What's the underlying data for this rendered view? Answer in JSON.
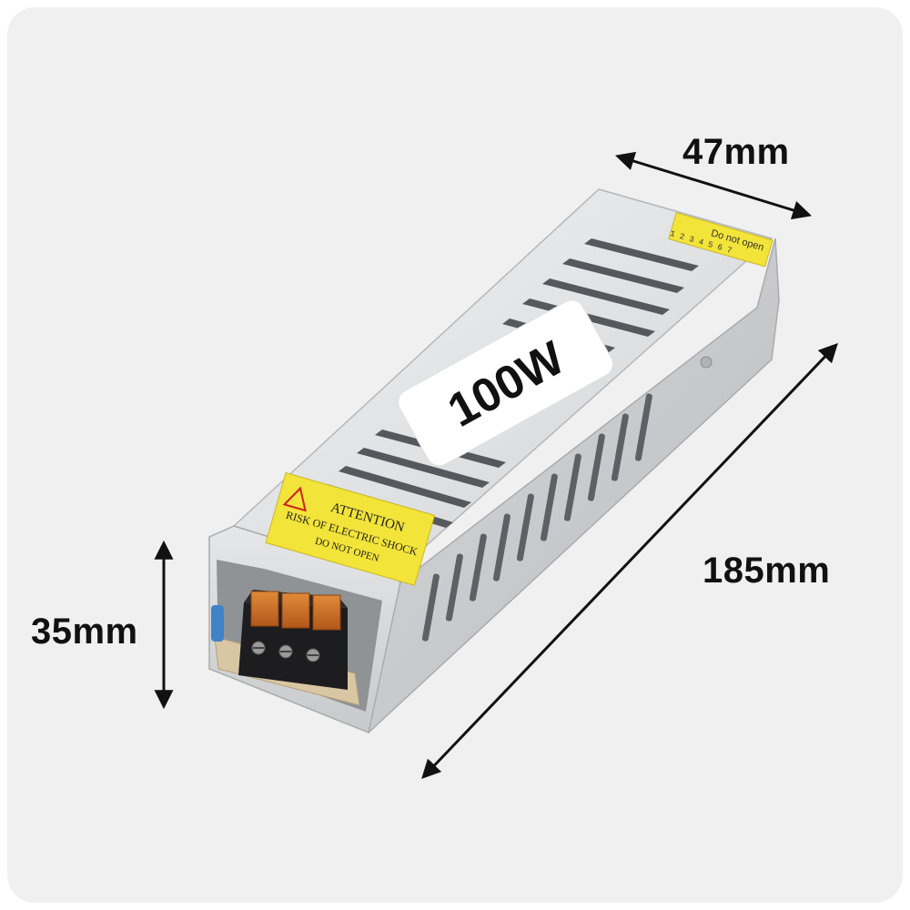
{
  "product": {
    "wattage_label": "100W",
    "warning_label": {
      "title": "ATTENTION",
      "line1": "RISK OF ELECTRIC SHOCK",
      "line2": "DO NOT OPEN"
    },
    "seal_label": {
      "text": "Do not open",
      "digits": "1 2 3 4 5 6 7"
    }
  },
  "dimensions": {
    "width": "47mm",
    "length": "185mm",
    "height": "35mm"
  },
  "colors": {
    "background": "#f0f0f0",
    "housing": "#d9dadb",
    "label_yellow": "#f3e43a",
    "terminal_orange": "#c9661a",
    "arrow": "#111111"
  }
}
